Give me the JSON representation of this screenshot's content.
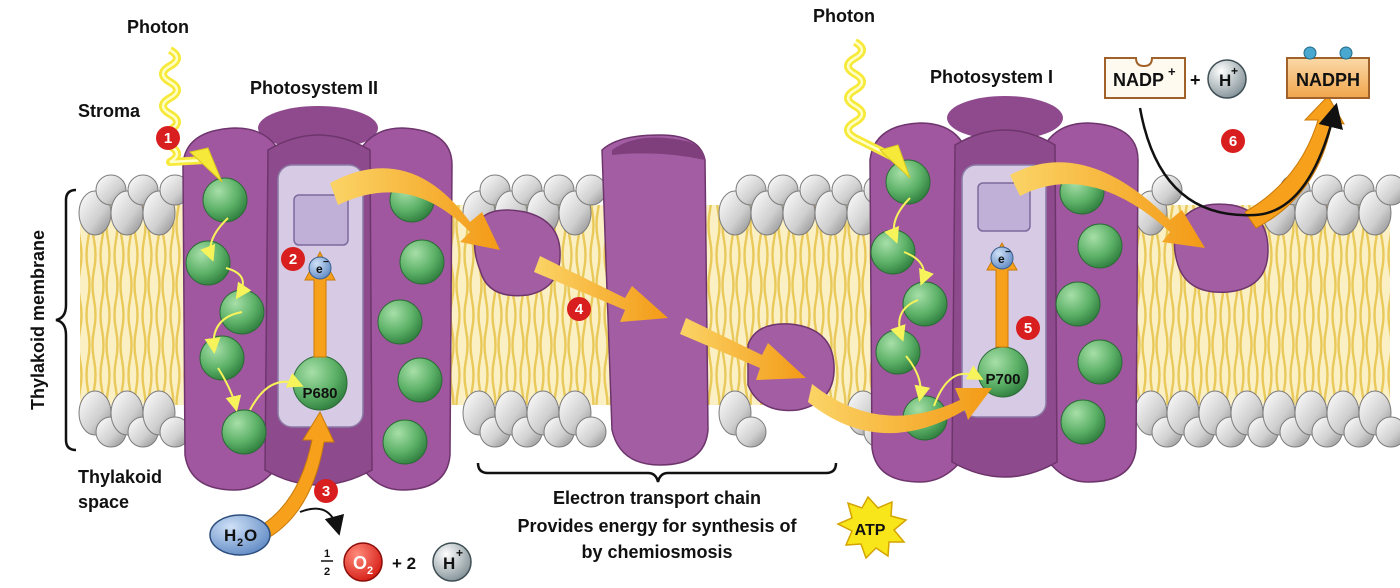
{
  "labels": {
    "photon_left": "Photon",
    "photon_right": "Photon",
    "stroma": "Stroma",
    "photosystem_ii": "Photosystem II",
    "photosystem_i": "Photosystem I",
    "thylakoid_membrane": "Thylakoid membrane",
    "thylakoid_space_line1": "Thylakoid",
    "thylakoid_space_line2": "space",
    "etc": "Electron transport chain",
    "energy_line1": "Provides energy for synthesis of",
    "energy_line2": "by chemiosmosis",
    "atp": "ATP",
    "p680": "P680",
    "p700": "P700",
    "electron": "e",
    "electron_charge": "−"
  },
  "steps": [
    "1",
    "2",
    "3",
    "4",
    "5",
    "6"
  ],
  "molecules": {
    "nadp": "NADP",
    "nadp_charge": "+",
    "h": "H",
    "h_charge": "+",
    "plus": "+",
    "nadph": "NADPH",
    "water_h": "H",
    "water_sub": "2",
    "water_o": "O",
    "half_num": "1",
    "half_den": "2",
    "oxygen": "O",
    "oxygen_sub": "2",
    "plus_two": "+ 2",
    "h_out": "H",
    "h_out_charge": "+"
  },
  "colors": {
    "protein": "#a05a9c",
    "protein_dark": "#7e3f7c",
    "chlorophyll": "#5fb46a",
    "reaction_center": "#d9cde6",
    "lipid_head": "#d8d8d8",
    "lipid_tail": "#f1d883",
    "arrow": "#f5a21c",
    "step_badge": "#d81e1e",
    "photon": "#f3e63a"
  }
}
